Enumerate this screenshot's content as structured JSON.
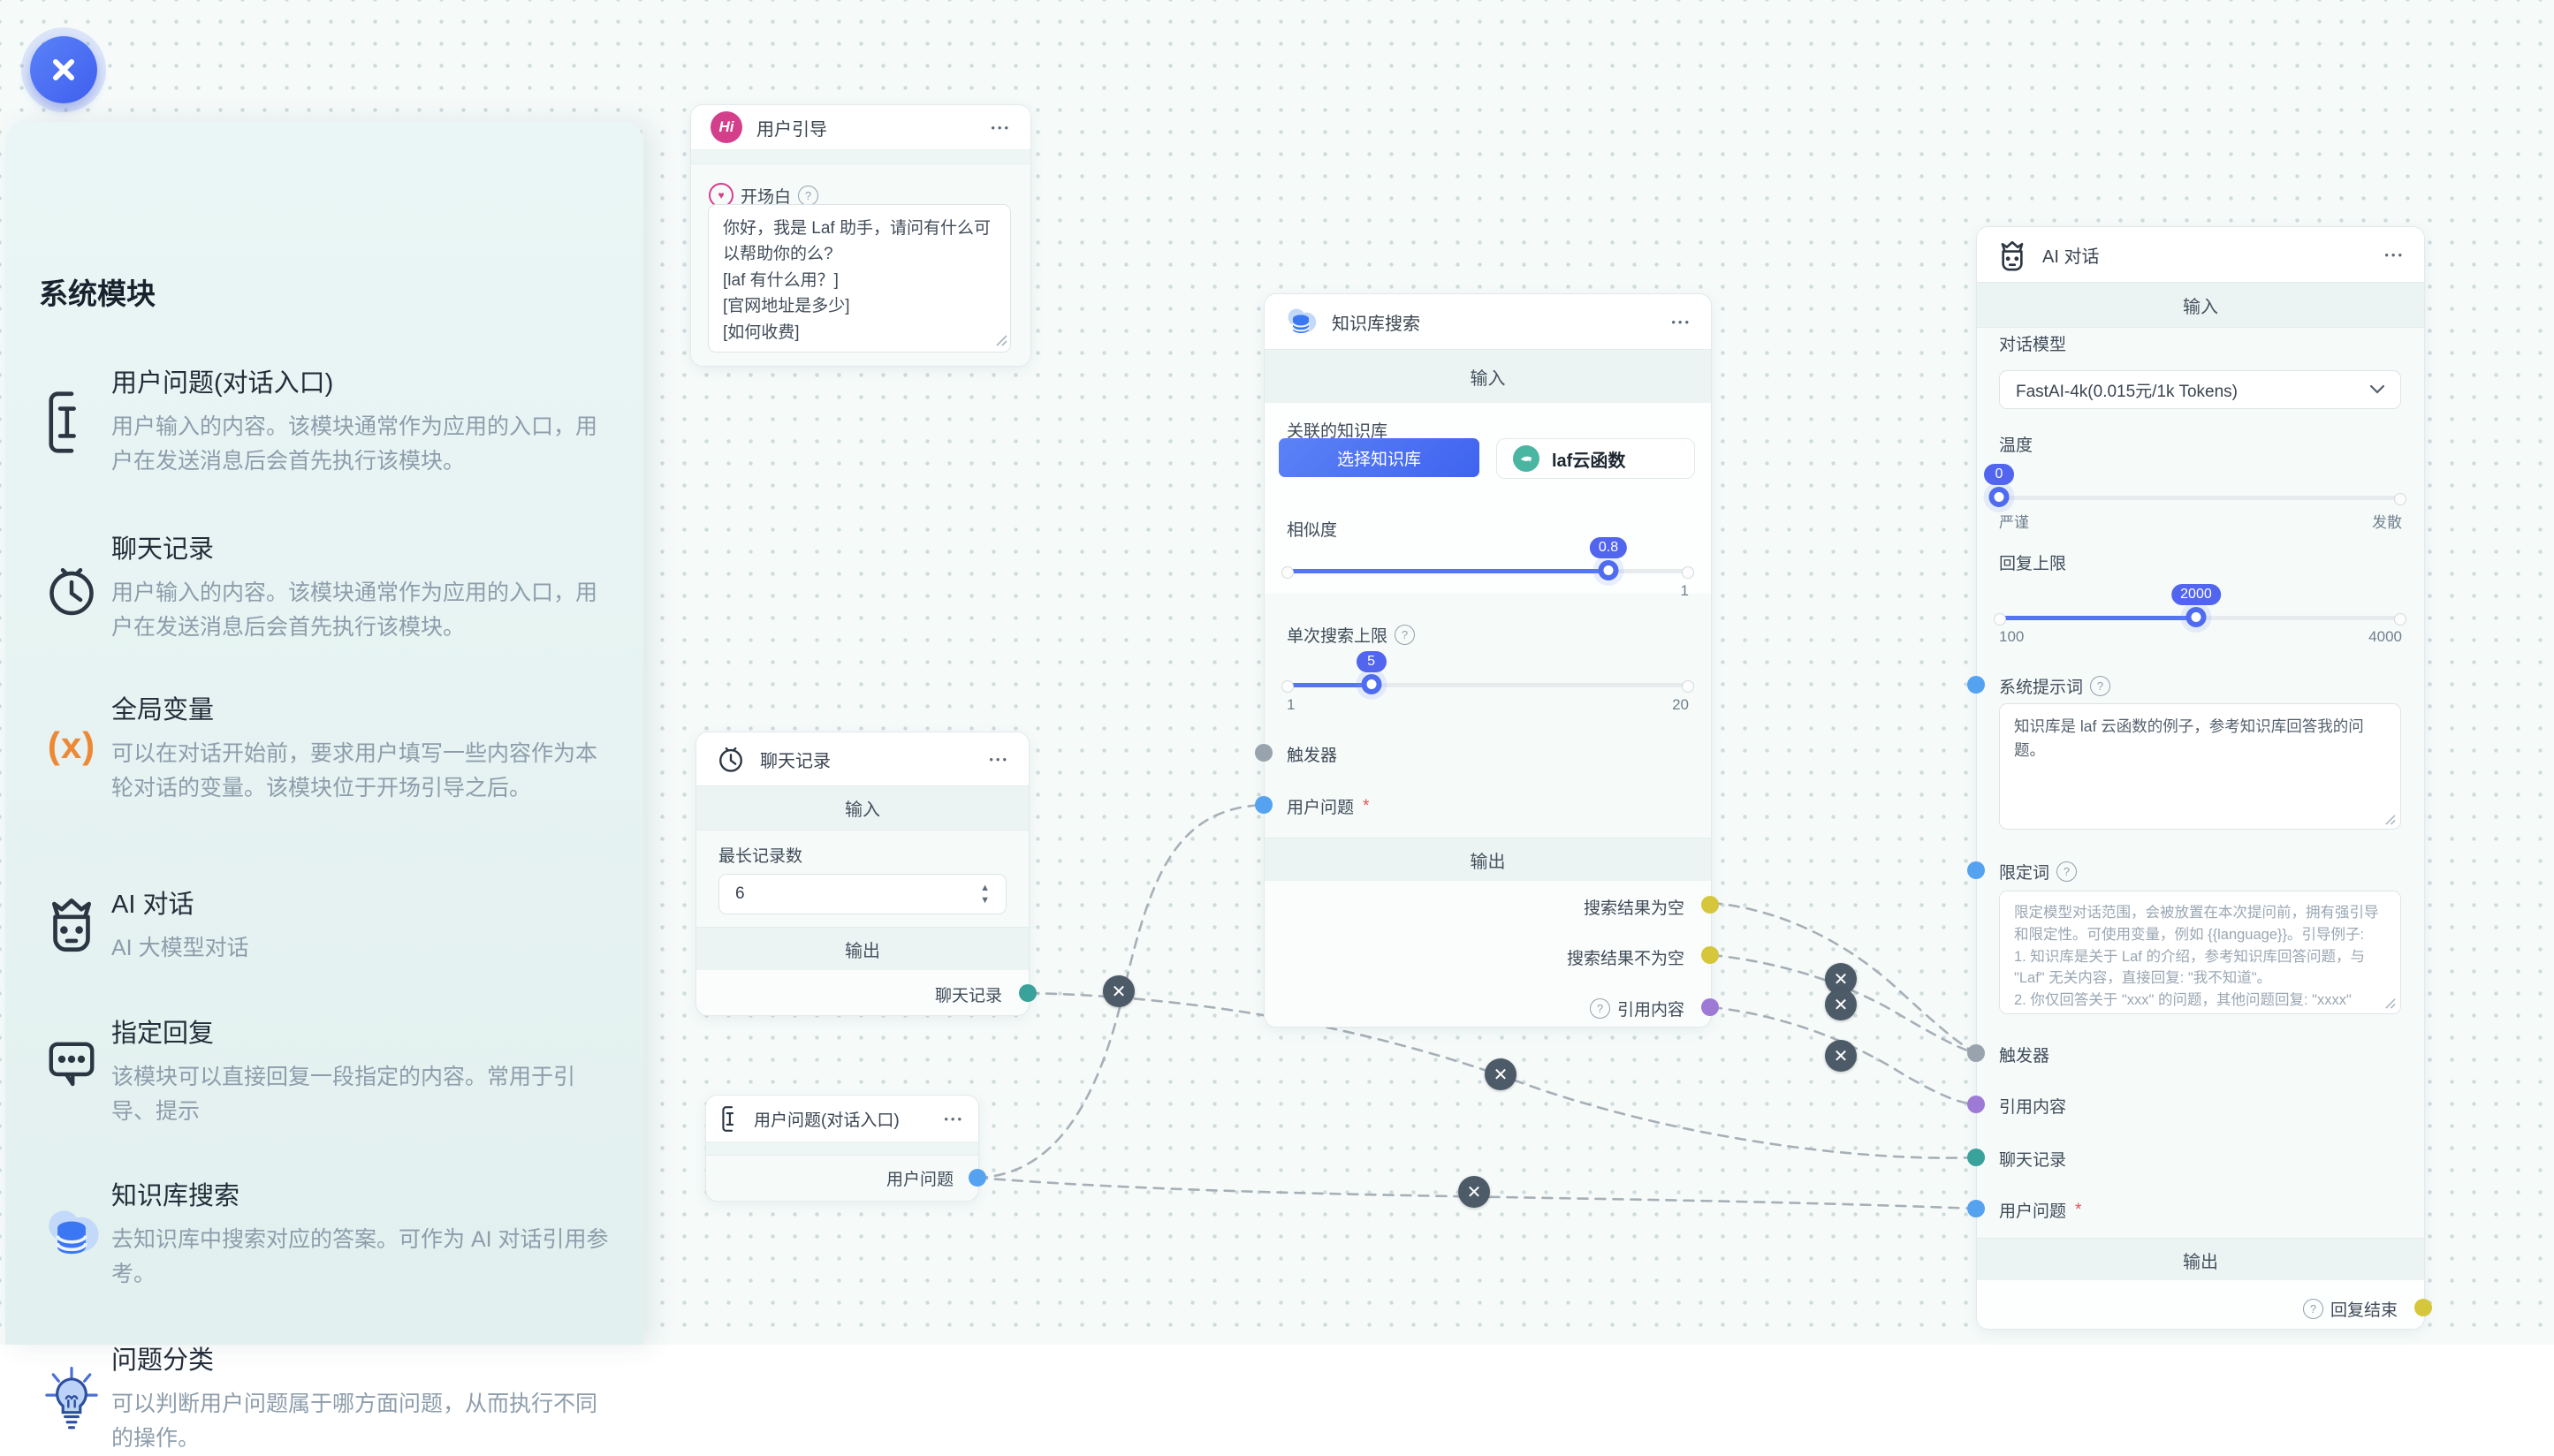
{
  "sidebar": {
    "title": "系统模块",
    "items": [
      {
        "icon": "text-cursor-icon",
        "title": "用户问题(对话入口)",
        "desc": "用户输入的内容。该模块通常作为应用的入口，用户在发送消息后会首先执行该模块。"
      },
      {
        "icon": "clock-icon",
        "title": "聊天记录",
        "desc": "用户输入的内容。该模块通常作为应用的入口，用户在发送消息后会首先执行该模块。"
      },
      {
        "icon": "variable-icon",
        "icon_text": "(x)",
        "title": "全局变量",
        "desc": "可以在对话开始前，要求用户填写一些内容作为本轮对话的变量。该模块位于开场引导之后。"
      },
      {
        "icon": "robot-icon",
        "title": "AI 对话",
        "desc": "AI 大模型对话"
      },
      {
        "icon": "reply-bubble-icon",
        "title": "指定回复",
        "desc": "该模块可以直接回复一段指定的内容。常用于引导、提示"
      },
      {
        "icon": "database-icon",
        "title": "知识库搜索",
        "desc": "去知识库中搜索对应的答案。可作为 AI 对话引用参考。"
      },
      {
        "icon": "bulb-icon",
        "title": "问题分类",
        "desc": "可以判断用户问题属于哪方面问题，从而执行不同的操作。"
      }
    ]
  },
  "nodes": {
    "user_guide": {
      "title": "用户引导",
      "menu": "•••",
      "field_label": "开场白",
      "welcome_text": "你好，我是 Laf 助手，请问有什么可以帮助你的么?\n[laf 有什么用？]\n[官网地址是多少]\n[如何收费]"
    },
    "kb_search": {
      "title": "知识库搜索",
      "menu": "•••",
      "input_header": "输入",
      "output_header": "输出",
      "kb_label": "关联的知识库",
      "select_button": "选择知识库",
      "kb_tag": "laf云函数",
      "similarity_label": "相似度",
      "similarity_value": "0.8",
      "similarity_max": "1",
      "limit_label": "单次搜索上限",
      "limit_value": "5",
      "limit_min": "1",
      "limit_max": "20",
      "trigger_label": "触发器",
      "question_label": "用户问题",
      "required_mark": "*",
      "out_empty": "搜索结果为空",
      "out_not_empty": "搜索结果不为空",
      "out_quote": "引用内容"
    },
    "chat_history": {
      "title": "聊天记录",
      "menu": "•••",
      "input_header": "输入",
      "output_header": "输出",
      "field_label": "最长记录数",
      "value": "6",
      "output_label": "聊天记录"
    },
    "user_question": {
      "title": "用户问题(对话入口)",
      "menu": "•••",
      "output_label": "用户问题"
    },
    "ai_chat": {
      "title": "AI 对话",
      "menu": "•••",
      "input_header": "输入",
      "output_header": "输出",
      "model_label": "对话模型",
      "model_value": "FastAI-4k(0.015元/1k Tokens)",
      "temp_label": "温度",
      "temp_value": "0",
      "temp_left": "严谨",
      "temp_right": "发散",
      "reply_label": "回复上限",
      "reply_value": "2000",
      "reply_min": "100",
      "reply_max": "4000",
      "sys_label": "系统提示词",
      "sys_text": "知识库是 laf 云函数的例子，参考知识库回答我的问题。",
      "limit_label": "限定词",
      "limit_placeholder": "限定模型对话范围，会被放置在本次提问前，拥有强引导和限定性。可使用变量，例如 {{language}}。引导例子:\n1. 知识库是关于 Laf 的介绍，参考知识库回答问题，与 \"Laf\" 无关内容，直接回复: \"我不知道\"。\n2. 你仅回答关于 \"xxx\" 的问题，其他问题回复: \"xxxx\"",
      "trigger_label": "触发器",
      "quote_label": "引用内容",
      "history_label": "聊天记录",
      "question_label": "用户问题",
      "required_mark": "*",
      "reply_end_label": "回复结束"
    },
    "help_mark": "?"
  }
}
